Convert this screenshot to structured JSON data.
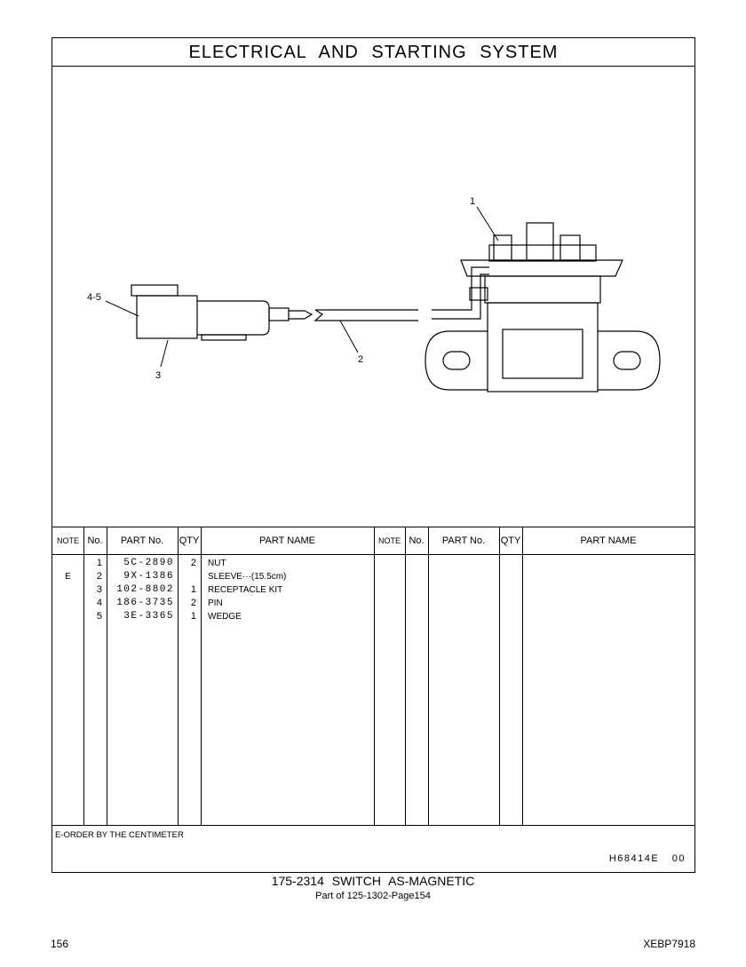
{
  "header": {
    "title": "ELECTRICAL AND STARTING SYSTEM"
  },
  "callouts": {
    "c1": "1",
    "c45": "4-5",
    "c2": "2",
    "c3": "3"
  },
  "table": {
    "headers": {
      "note": "NOTE",
      "no": "No.",
      "part_no": "PART No.",
      "qty": "QTY",
      "part_name": "PART NAME"
    },
    "rows": [
      {
        "note": "",
        "no": "1",
        "part_no": "5C-2890",
        "qty": "2",
        "name": "NUT"
      },
      {
        "note": "E",
        "no": "2",
        "part_no": "9X-1386",
        "qty": "",
        "name": "SLEEVE···(15.5cm)"
      },
      {
        "note": "",
        "no": "3",
        "part_no": "102-8802",
        "qty": "1",
        "name": "RECEPTACLE KIT"
      },
      {
        "note": "",
        "no": "4",
        "part_no": "186-3735",
        "qty": "2",
        "name": "PIN"
      },
      {
        "note": "",
        "no": "5",
        "part_no": "3E-3365",
        "qty": "1",
        "name": "WEDGE"
      }
    ]
  },
  "footer": {
    "note": "E-ORDER BY THE CENTIMETER",
    "code": "H68414E 00"
  },
  "caption": {
    "title": "175-2314 SWITCH AS-MAGNETIC",
    "subtitle": "Part of 125-1302-Page154"
  },
  "page": {
    "number": "156",
    "doc_id": "XEBP7918"
  }
}
